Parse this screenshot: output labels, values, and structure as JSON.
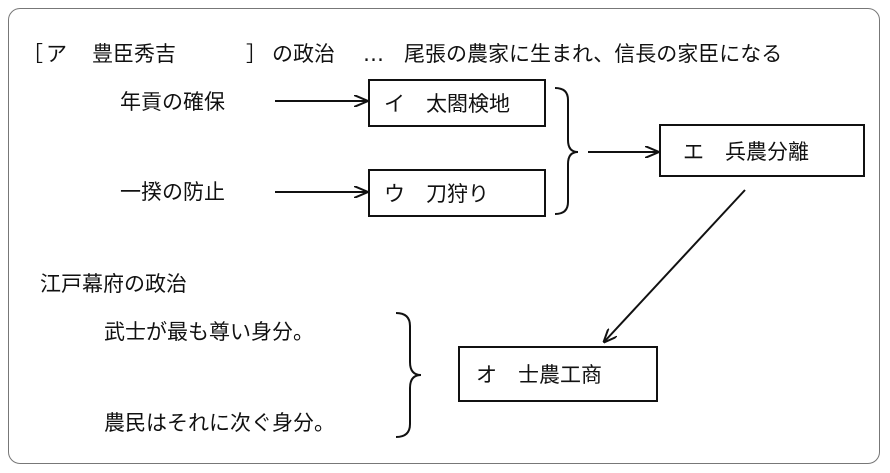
{
  "header": {
    "open_bracket": "［",
    "label_a": "ア",
    "name": "豊臣秀吉",
    "close_bracket": "］",
    "subtitle": "の政治",
    "ellipsis": "…",
    "description": "尾張の農家に生まれ、信長の家臣になる"
  },
  "purposes": {
    "nengu": "年貢の確保",
    "ikki": "一揆の防止"
  },
  "boxes": {
    "i": "イ　太閤検地",
    "u": "ウ　刀狩り",
    "e": "エ　兵農分離",
    "o": "オ　士農工商"
  },
  "edo": {
    "title": "江戸幕府の政治",
    "line1": "武士が最も尊い身分。",
    "line2": "農民はそれに次ぐ身分。"
  }
}
